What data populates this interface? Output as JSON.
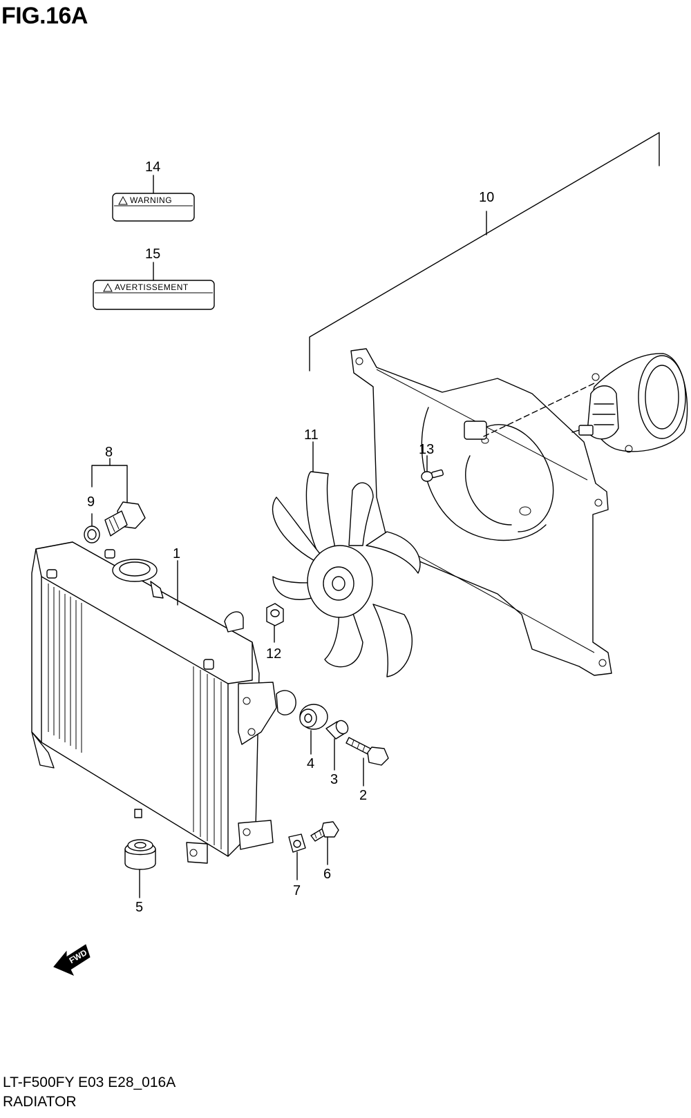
{
  "figure": {
    "title": "FIG.16A"
  },
  "footer": {
    "code": "LT-F500FY E03 E28_016A",
    "name": "RADIATOR"
  },
  "labels": {
    "warning": "WARNING",
    "avertissement": "AVERTISSEMENT"
  },
  "fwd": "FWD",
  "callouts": {
    "c1": "1",
    "c2": "2",
    "c3": "3",
    "c4": "4",
    "c5": "5",
    "c6": "6",
    "c7": "7",
    "c8": "8",
    "c9": "9",
    "c10": "10",
    "c11": "11",
    "c12": "12",
    "c13": "13",
    "c14": "14",
    "c15": "15"
  }
}
